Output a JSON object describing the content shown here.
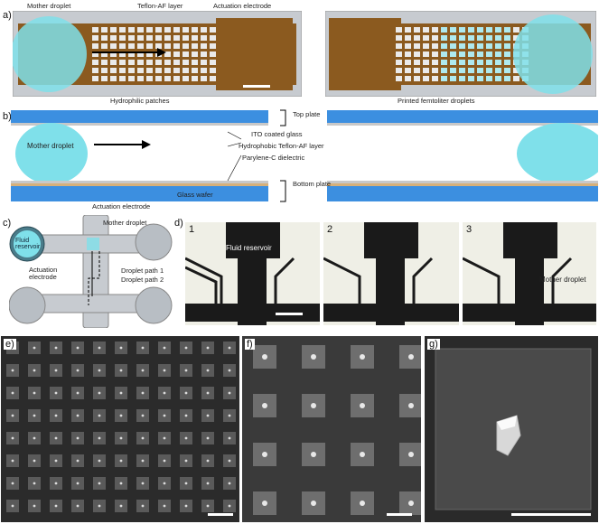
{
  "panels": {
    "a": {
      "label": "a)",
      "annotations": [
        "Mother droplet",
        "Teflon-AF layer",
        "Actuation electrode",
        "Hydrophilic patches",
        "Printed femtoliter droplets"
      ]
    },
    "b": {
      "label": "b)",
      "annotations": {
        "top_plate": "Top plate",
        "ito": "ITO coated glass",
        "teflon": "Hydrophobic Teflon-AF layer",
        "parylene": "Parylene-C dielectric",
        "bottom_plate": "Bottom plate",
        "glass": "Glass wafer",
        "electrode": "Actuation electrode",
        "mother": "Mother droplet"
      }
    },
    "c": {
      "label": "c)",
      "annotations": {
        "reservoir": "Fluid reservoir",
        "mother": "Mother droplet",
        "electrode": "Actuation electrode",
        "path1": "Droplet path 1",
        "path2": "Droplet path 2"
      }
    },
    "d": {
      "label": "d)",
      "frames": [
        "1",
        "2",
        "3"
      ],
      "annotations": {
        "reservoir": "Fluid reservoir",
        "mother": "Mother droplet"
      }
    },
    "e": {
      "label": "e)"
    },
    "f": {
      "label": "f)"
    },
    "g": {
      "label": "g)"
    }
  },
  "colors": {
    "electrode": "#8b5a1f",
    "droplet": "#7fe0ea",
    "glass": "#3c8fe0",
    "ito": "#c8c8c8",
    "parylene": "#d6b07a",
    "border": "#9aa0a6"
  }
}
